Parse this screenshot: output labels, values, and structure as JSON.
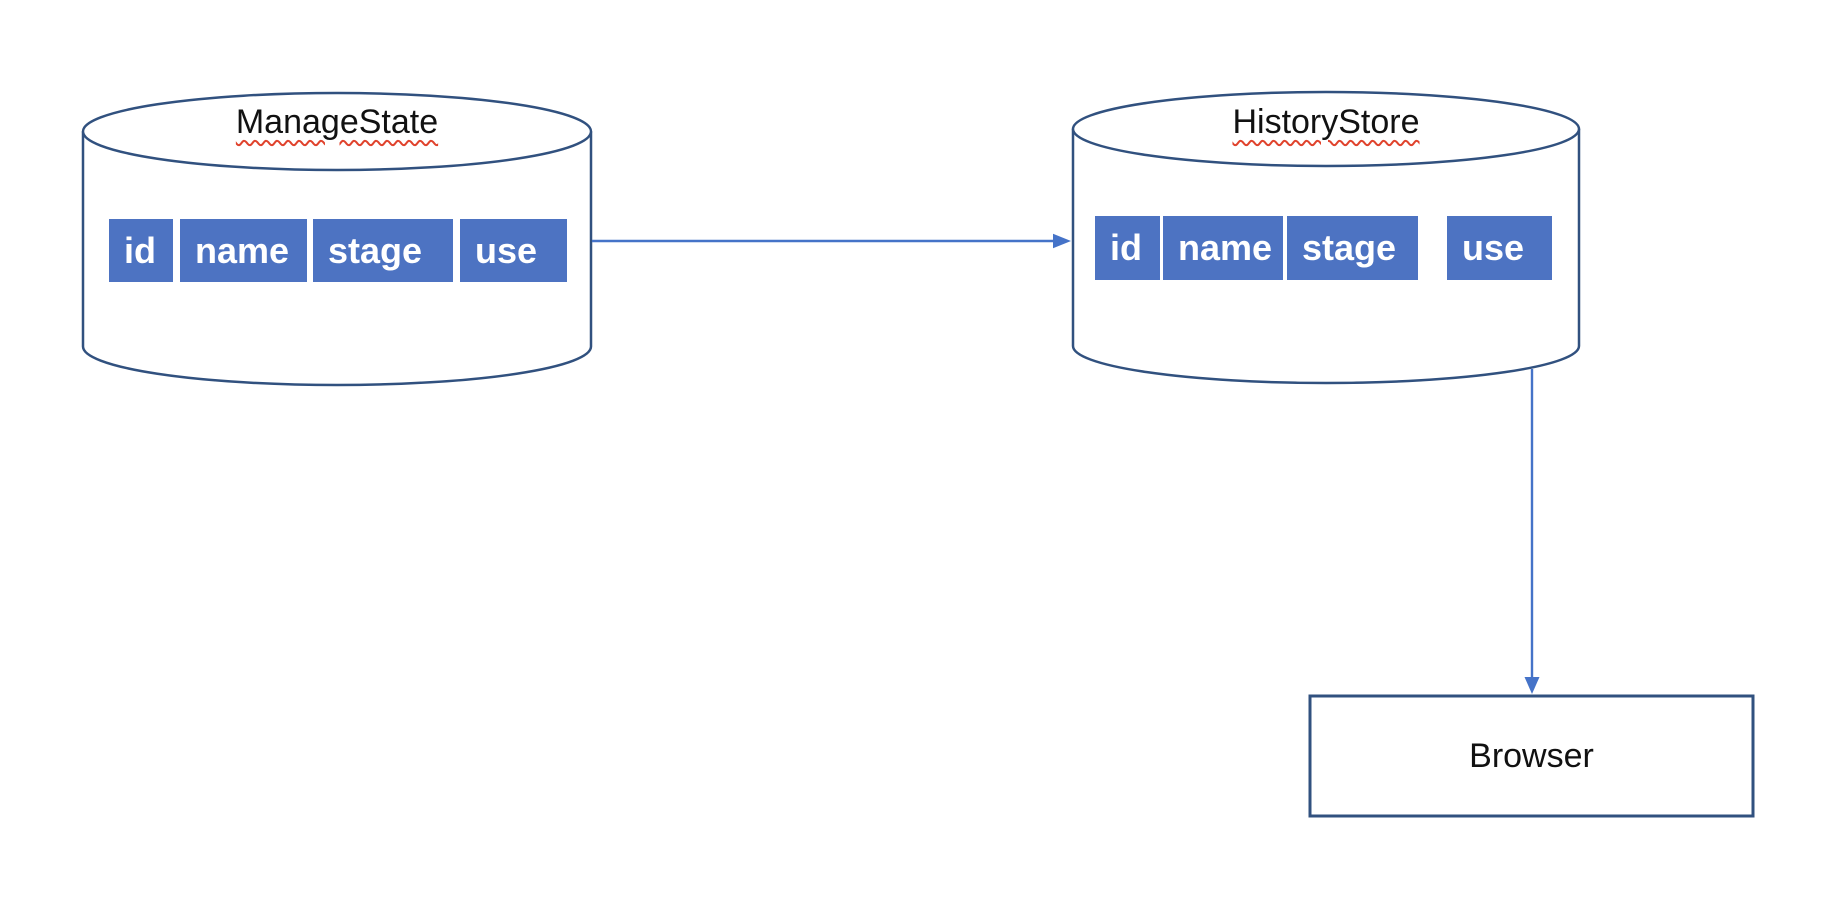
{
  "diagram": {
    "nodes": [
      {
        "id": "manage-state",
        "shape": "cylinder",
        "label": "ManageState",
        "spellcheck_flagged": true,
        "columns": [
          "id",
          "name",
          "stage",
          "use"
        ]
      },
      {
        "id": "history-store",
        "shape": "cylinder",
        "label": "HistoryStore",
        "spellcheck_flagged": true,
        "columns": [
          "id",
          "name",
          "stage",
          "use"
        ]
      },
      {
        "id": "browser",
        "shape": "rectangle",
        "label": "Browser"
      }
    ],
    "edges": [
      {
        "from": "ManageState",
        "to": "HistoryStore",
        "type": "arrow",
        "direction": "right"
      },
      {
        "from": "HistoryStore",
        "to": "Browser",
        "type": "arrow",
        "direction": "down"
      }
    ],
    "colors": {
      "background": "#ffffff",
      "outline": "#31517f",
      "cell_fill": "#4d73c2",
      "cell_text": "#ffffff",
      "arrow": "#4573c8",
      "label_text": "#111111",
      "spellcheck": "#e0432d"
    }
  }
}
